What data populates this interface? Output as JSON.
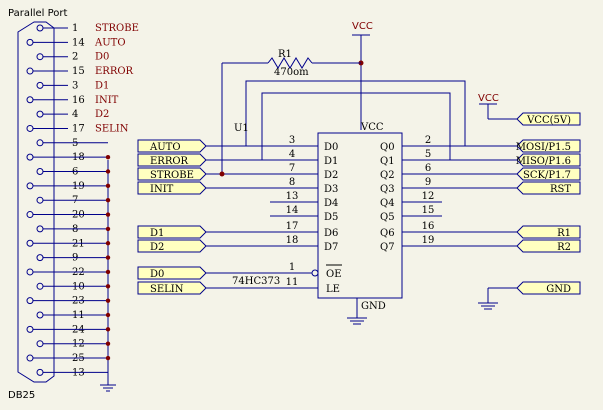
{
  "connector": {
    "title": "Parallel Port",
    "footer": "DB25",
    "pins": [
      {
        "num": "1",
        "name": "STROBE"
      },
      {
        "num": "14",
        "name": "AUTO"
      },
      {
        "num": "2",
        "name": "D0"
      },
      {
        "num": "15",
        "name": "ERROR"
      },
      {
        "num": "3",
        "name": "D1"
      },
      {
        "num": "16",
        "name": "INIT"
      },
      {
        "num": "4",
        "name": "D2"
      },
      {
        "num": "17",
        "name": "SELIN"
      },
      {
        "num": "5",
        "name": ""
      },
      {
        "num": "18",
        "name": ""
      },
      {
        "num": "6",
        "name": ""
      },
      {
        "num": "19",
        "name": ""
      },
      {
        "num": "7",
        "name": ""
      },
      {
        "num": "20",
        "name": ""
      },
      {
        "num": "8",
        "name": ""
      },
      {
        "num": "21",
        "name": ""
      },
      {
        "num": "9",
        "name": ""
      },
      {
        "num": "22",
        "name": ""
      },
      {
        "num": "10",
        "name": ""
      },
      {
        "num": "23",
        "name": ""
      },
      {
        "num": "11",
        "name": ""
      },
      {
        "num": "24",
        "name": ""
      },
      {
        "num": "12",
        "name": ""
      },
      {
        "num": "25",
        "name": ""
      },
      {
        "num": "13",
        "name": ""
      }
    ]
  },
  "power": {
    "vcc_top": "VCC",
    "vcc_right": "VCC",
    "resistor_ref": "R1",
    "resistor_value": "470om"
  },
  "chip": {
    "ref": "U1",
    "part": "74HC373",
    "vcc": "VCC",
    "gnd": "GND",
    "left_pins": [
      {
        "num": "3",
        "name": "D0"
      },
      {
        "num": "4",
        "name": "D1"
      },
      {
        "num": "7",
        "name": "D2"
      },
      {
        "num": "8",
        "name": "D3"
      },
      {
        "num": "13",
        "name": "D4"
      },
      {
        "num": "14",
        "name": "D5"
      },
      {
        "num": "17",
        "name": "D6"
      },
      {
        "num": "18",
        "name": "D7"
      }
    ],
    "right_pins": [
      {
        "num": "2",
        "name": "Q0"
      },
      {
        "num": "5",
        "name": "Q1"
      },
      {
        "num": "6",
        "name": "Q2"
      },
      {
        "num": "9",
        "name": "Q3"
      },
      {
        "num": "12",
        "name": "Q4"
      },
      {
        "num": "15",
        "name": "Q5"
      },
      {
        "num": "16",
        "name": "Q6"
      },
      {
        "num": "19",
        "name": "Q7"
      }
    ],
    "oe_num": "1",
    "oe_name": "OE",
    "le_num": "11",
    "le_name": "LE"
  },
  "left_ports": [
    "AUTO",
    "ERROR",
    "STROBE",
    "INIT",
    "D1",
    "D2",
    "D0",
    "SELIN"
  ],
  "right_ports": [
    "VCC(5V)",
    "MOSI/P1.5",
    "MISO/P1.6",
    "SCK/P1.7",
    "RST",
    "R1",
    "R2",
    "GND"
  ],
  "colors": {
    "background": "#f4f3e8",
    "wire": "#00008b",
    "label": "#800000",
    "port_fill": "#ffffc0",
    "junction": "#800000"
  }
}
